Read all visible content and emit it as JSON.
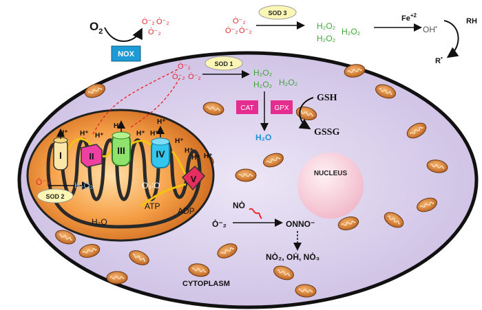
{
  "extracellular": {
    "o2": "O",
    "o2_sub": "2",
    "nox": "NOX",
    "superoxide_top": [
      "Ȯ⁻₂",
      "Ȯ⁻₂"
    ],
    "superoxide_center": "Ȯ⁻₂",
    "sod3_superoxide": [
      "Ȯ⁻₂",
      "Ȯ⁻₂",
      "Ȯ⁻₂"
    ],
    "sod3": "SOD 3",
    "h2o2_group": [
      "H₂O₂",
      "H₂O₂",
      "H₂O₂"
    ],
    "fe": "Fe",
    "fe_sup": "+2",
    "oh": "OH",
    "rh": "RH",
    "r": "R"
  },
  "cytosol": {
    "superoxide": [
      "Ȯ⁻₂",
      "Ȯ⁻₂",
      "Ȯ⁻₂"
    ],
    "sod1": "SOD 1",
    "h2o2_group": [
      "H₂O₂",
      "H₂O₂",
      "H₂O₂"
    ],
    "cat": "CAT",
    "gpx": "GPX",
    "gsh": "GSH",
    "gssg": "GSSG",
    "h2o": "H₂O",
    "nucleus": "NUCLEUS",
    "no": "NȮ",
    "o2_minus": "Ȯ⁻₂",
    "onno": "ONNO⁻",
    "products": "NȮ₂, OḢ, NȮ₃",
    "cytoplasm": "CYTOPLASM"
  },
  "mitochondrion": {
    "complexes": [
      "I",
      "II",
      "III",
      "IV",
      "V"
    ],
    "h_plus": "H⁺",
    "superoxide": "Ȯ⁻₂",
    "h2o2": "H₂O₂",
    "sod2": "SOD 2",
    "o2": "O₂∶O",
    "atp": "ATP",
    "adp": "ADP",
    "h2o": "H₂O"
  },
  "colors": {
    "red": "#e8262d",
    "green": "#3aa935",
    "blue": "#1f8fd6",
    "magenta": "#e52d8f",
    "nox_blue": "#1e9ad6",
    "sod_fill": "#fbf6b5"
  }
}
